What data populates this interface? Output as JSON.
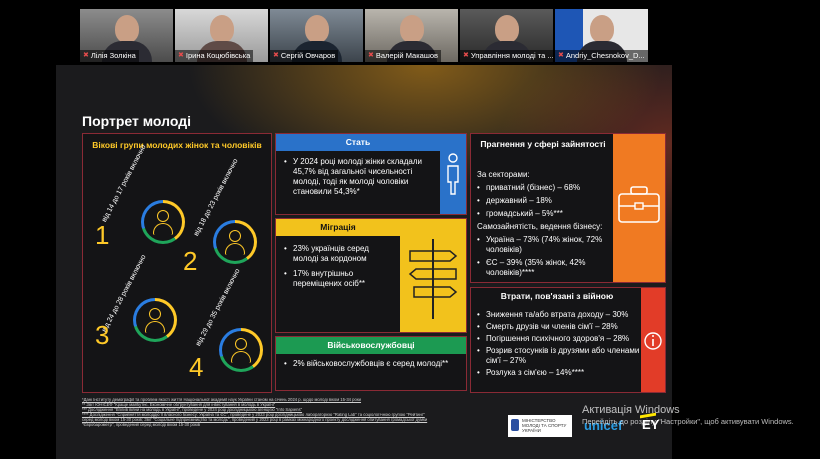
{
  "participants": [
    {
      "name": "Лілія Золкіна"
    },
    {
      "name": "Ірина Коцюбівська"
    },
    {
      "name": "Сергій Овчаров"
    },
    {
      "name": "Валерій Макашов"
    },
    {
      "name": "Управління молоді та ..."
    },
    {
      "name": "Andriy_Chesnokov_D..."
    }
  ],
  "slide": {
    "title": "Портрет молоді",
    "ages": {
      "title": "Вікові групи молодих жінок та чоловіків",
      "groups": [
        {
          "num": "1",
          "text": "від 14 до 17 років включно"
        },
        {
          "num": "2",
          "text": "від 18 до 23 років включно"
        },
        {
          "num": "3",
          "text": "від 24 до 28 років включно"
        },
        {
          "num": "4",
          "text": "від 29 до 35 років включно"
        }
      ]
    },
    "gender": {
      "title": "Стать",
      "bullet": "У 2024 році молоді жінки складали 45,7% від загальної чисельності молоді, тоді як молоді чоловіки становили 54,3%*"
    },
    "migration": {
      "title": "Міграція",
      "bullets": [
        "23% українців серед молоді за кордоном",
        "17% внутрішньо переміщених осіб**"
      ]
    },
    "military": {
      "title": "Військовослужбовці",
      "bullet": "2% військовослужбовців є серед молоді**"
    },
    "employment": {
      "title": "Прагнення у сфері зайнятості",
      "sectors_label": "За секторами:",
      "sectors": [
        "приватний (бізнес) – 68%",
        "державний – 18%",
        "громадський – 5%***"
      ],
      "self_label": "Самозайнятість, ведення бізнесу:",
      "self": [
        "Україна – 73% (74% жінок, 72% чоловіків)",
        "ЄС – 39% (35% жінок, 42% чоловіків)****"
      ]
    },
    "losses": {
      "title": "Втрати, пов'язані з війною",
      "bullets": [
        "Зниження та/або втрата доходу – 30%",
        "Смерть друзів чи членів сім'ї – 28%",
        "Погіршення психічного здоров'я – 28%",
        "Розрив стосунків із друзями або членами сім'ї – 27%",
        "Розлука з сім'єю – 14%****"
      ]
    },
    "footnotes": [
      "*Дані Інституту демографії та проблем якості життя Національної академії наук України станом на січень 2024 р. щодо молоді віком 15-34 роки",
      "** Звіт ЮНІСЕФ \"Краще майбутнє. Економічне обґрунтування для інвестування в молодь в Україні\"",
      "*** Дослідження \"Вплив війни на молодь в Україні\", проведене у 2024 році дослідницькою агенцією \"Info Sapiens\"",
      "**** Дослідження \"Сприйняття молоддю її власного бізнесу: Україна та ЄС\", проведене у 2023 році дослідницькою лабораторією \"Rating Lab\" та соціологічною групою \"Рейтинг\"",
      "серед молоді віком 15-30 років; Звіт \"Соціальне підприємництво та молодь\", проведений у 2023 році в рамках міжнародного проекту дослідження опитування громадської думки",
      "\"Євробарометр\", проведений серед молоді віком 15-30 років"
    ],
    "logos": {
      "ministry": "МІНІСТЕРСТВО МОЛОДІ ТА СПОРТУ УКРАЇНИ",
      "unicef": "unicef",
      "ey": "EY"
    }
  },
  "windows_activation": {
    "title": "Активація Windows",
    "subtitle": "Перейдіть до розділу \"Настройки\", щоб активувати Windows."
  }
}
